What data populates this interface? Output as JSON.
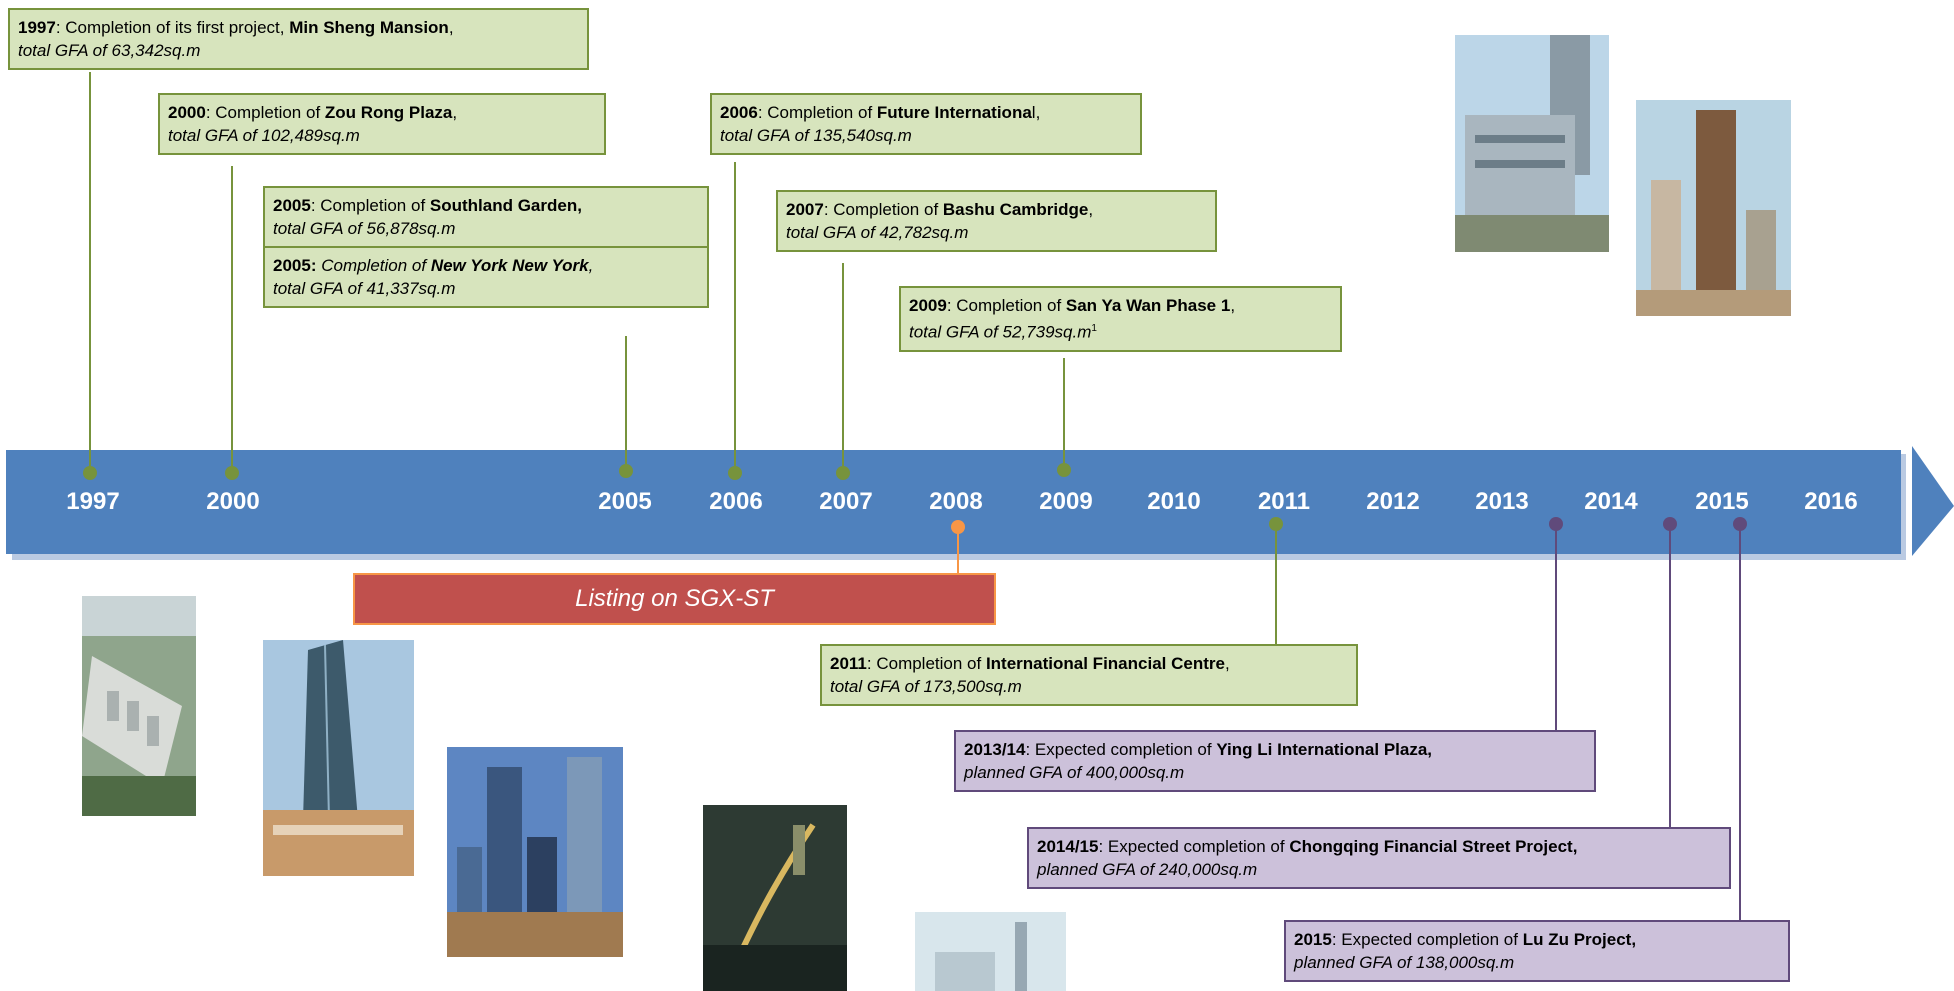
{
  "timeline": {
    "years": [
      "1997",
      "2000",
      "2005",
      "2006",
      "2007",
      "2008",
      "2009",
      "2010",
      "2011",
      "2012",
      "2013",
      "2014",
      "2015",
      "2016"
    ],
    "listing_label": "Listing on SGX-ST"
  },
  "milestones": {
    "m1997": {
      "year": "1997",
      "text": ": Completion of its first project, ",
      "name": "Min Sheng Mansion",
      "tail": ",",
      "gfa": "total GFA of 63,342sq.m"
    },
    "m2000": {
      "year": "2000",
      "text": ": Completion of ",
      "name": "Zou Rong Plaza",
      "tail": ",",
      "gfa": "total GFA of 102,489sq.m"
    },
    "m2005a": {
      "year": "2005",
      "text": ": Completion of ",
      "name": "Southland Garden,",
      "gfa": "total GFA of 56,878sq.m"
    },
    "m2005b": {
      "year": "2005:",
      "text": " Completion of ",
      "name": "New York New York",
      "tail": ",",
      "gfa": "total GFA of 41,337sq.m"
    },
    "m2006": {
      "year": "2006",
      "text": ": Completion of ",
      "name": "Future Internationa",
      "tail": "l,",
      "gfa": "total GFA of 135,540sq.m"
    },
    "m2007": {
      "year": "2007",
      "text": ": Completion of ",
      "name": "Bashu Cambridge",
      "tail": ",",
      "gfa": "total GFA of 42,782sq.m"
    },
    "m2009": {
      "year": "2009",
      "text": ": Completion of ",
      "name": "San Ya Wan Phase 1",
      "tail": ",",
      "gfa": "total GFA of 52,739sq.m",
      "sup": "1"
    },
    "m2011": {
      "year": "2011",
      "text": ": Completion of ",
      "name": "International Financial Centre",
      "tail": ",",
      "gfa": "total GFA of 173,500sq.m"
    },
    "m2013": {
      "year": "2013/14",
      "text": ": Expected completion of ",
      "name": "Ying Li International Plaza,",
      "gfa": " planned GFA of 400,000sq.m"
    },
    "m2014": {
      "year": "2014/15",
      "text": ": Expected completion of ",
      "name": "Chongqing Financial Street Project,",
      "gfa": "planned GFA of 240,000sq.m"
    },
    "m2015": {
      "year": "2015",
      "text": ": Expected completion of ",
      "name": "Lu Zu Project,",
      "gfa": "planned GFA of 138,000sq.m"
    }
  },
  "colors": {
    "timeline_bar": "#4f81bd",
    "completed_box_fill": "#d7e4bd",
    "completed_box_border": "#77933c",
    "expected_box_fill": "#ccc1da",
    "expected_box_border": "#604a7b",
    "listing_bar": "#c0504d",
    "listing_marker": "#f79646"
  }
}
